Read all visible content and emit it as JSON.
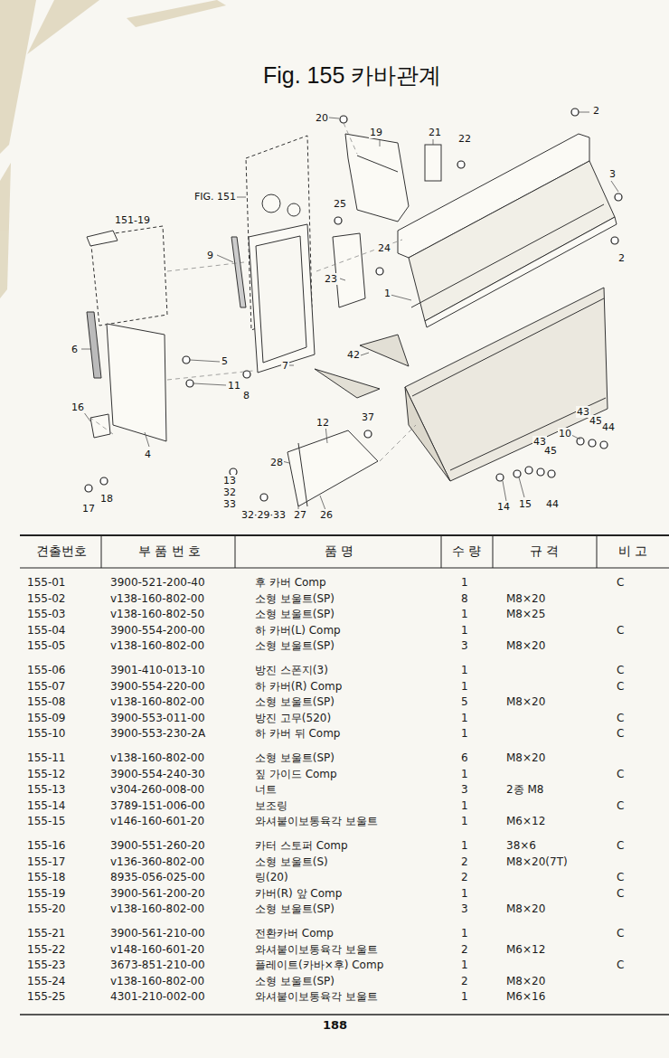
{
  "diagram": {
    "title": "Fig. 155 카바관계",
    "labels": [
      "20",
      "2",
      "19",
      "21",
      "22",
      "3",
      "FIG. 151",
      "25",
      "24",
      "2",
      "151-19",
      "9",
      "23",
      "1",
      "6",
      "5",
      "7",
      "42",
      "11",
      "8",
      "16",
      "4",
      "37",
      "12",
      "43",
      "45",
      "44",
      "10",
      "28",
      "43",
      "45",
      "13",
      "32",
      "33",
      "44",
      "32·29·33",
      "27",
      "26",
      "14",
      "15",
      "17",
      "18",
      "견출번호",
      "부 품 번 호",
      "품 명",
      "수 량",
      "규 격",
      "비 고",
      "155-01",
      "3900-521-200-40",
      "후 카버 Comp",
      "1",
      "C",
      "155-02",
      "v138-160-802-00",
      "소형 보울트(SP)",
      "8",
      "M8×20",
      "155-03",
      "v138-160-802-50",
      "소형 보울트(SP)",
      "1",
      "M8×25",
      "155-04",
      "3900-554-200-00",
      "하 카버(L) Comp",
      "1",
      "C",
      "155-05",
      "v138-160-802-00",
      "소형 보울트(SP)",
      "3",
      "M8×20",
      "155-06",
      "3901-410-013-10",
      "방진 스폰지(3)",
      "1",
      "C",
      "155-07",
      "3900-554-220-00",
      "하 카버(R) Comp",
      "1",
      "C",
      "155-08",
      "v138-160-802-00",
      "소형 보울트(SP)",
      "5",
      "M8×20",
      "155-09",
      "3900-553-011-00",
      "방진 고무(520)",
      "1",
      "C",
      "155-10",
      "3900-553-230-2A",
      "하 카버 뒤 Comp",
      "1",
      "C",
      "155-11",
      "v138-160-802-00",
      "소형 보울트(SP)",
      "6",
      "M8×20",
      "155-12",
      "3900-554-240-30",
      "짚 가이드 Comp",
      "1",
      "C",
      "155-13",
      "v304-260-008-00",
      "너트",
      "3",
      "2종 M8",
      "155-14",
      "3789-151-006-00",
      "보조링",
      "1",
      "C",
      "155-15",
      "v146-160-601-20",
      "와셔붙이보통육각 보울트",
      "1",
      "M6×12",
      "155-16",
      "3900-551-260-20",
      "카터 스토퍼 Comp",
      "1",
      "38×6",
      "C",
      "155-17",
      "v136-360-802-00",
      "소형 보울트(S)",
      "2",
      "M8×20(7T)",
      "155-18",
      "8935-056-025-00",
      "링(20)",
      "2",
      "C",
      "155-19",
      "3900-561-200-20",
      "카버(R) 앞 Comp",
      "1",
      "C",
      "155-20",
      "v138-160-802-00",
      "소형 보울트(SP)",
      "3",
      "M8×20",
      "155-21",
      "3900-561-210-00",
      "전환카버 Comp",
      "1",
      "C",
      "155-22",
      "v148-160-601-20",
      "와셔붙이보통육각 보울트",
      "2",
      "M6×12",
      "155-23",
      "3673-851-210-00",
      "플레이트(카바×후) Comp",
      "1",
      "C",
      "155-24",
      "v138-160-802-00",
      "소형 보울트(SP)",
      "2",
      "M8×20",
      "155-25",
      "4301-210-002-00",
      "와셔붙이보통육각 보울트",
      "1",
      "M6×16",
      "188"
    ]
  }
}
